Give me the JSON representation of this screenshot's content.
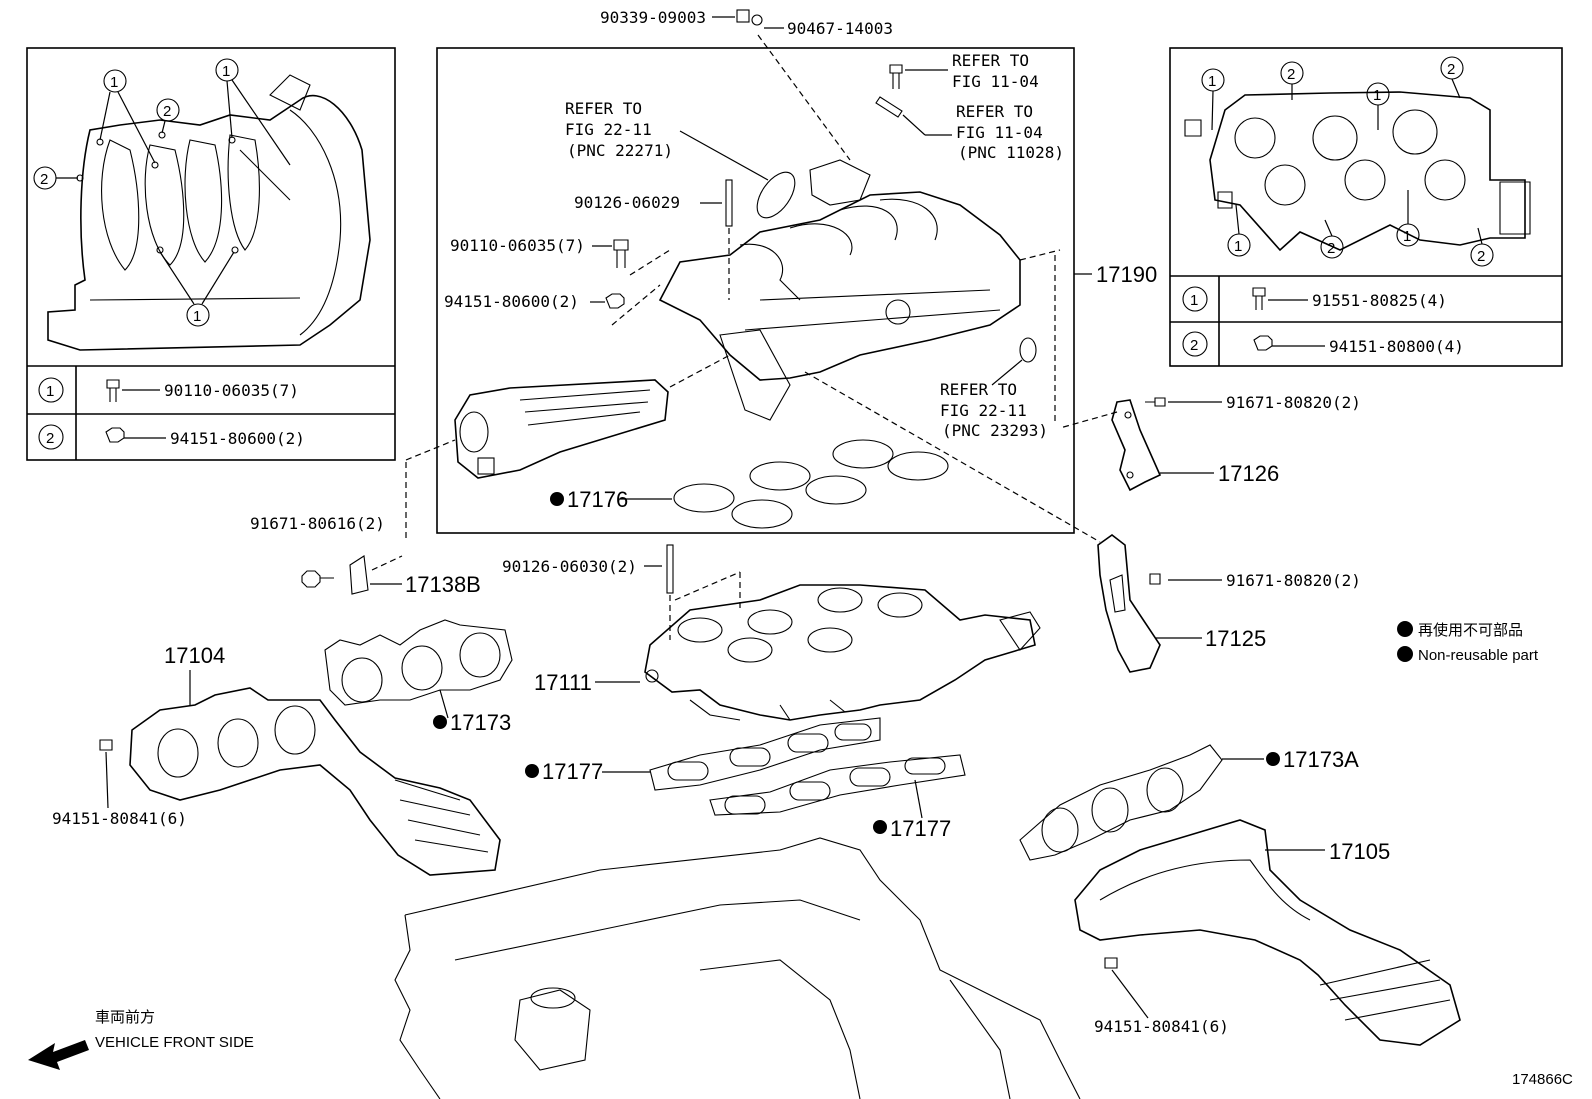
{
  "inset_left": {
    "legend": [
      {
        "num": "1",
        "part": "90110-06035(7)"
      },
      {
        "num": "2",
        "part": "94151-80600(2)"
      }
    ],
    "callouts": [
      "1",
      "2",
      "1",
      "2",
      "1"
    ]
  },
  "inset_right": {
    "legend": [
      {
        "num": "1",
        "part": "91551-80825(4)"
      },
      {
        "num": "2",
        "part": "94151-80800(4)"
      }
    ],
    "callouts": [
      "1",
      "2",
      "1",
      "2",
      "1",
      "2",
      "1",
      "2"
    ]
  },
  "top_parts": {
    "p1": "90339-09003",
    "p2": "90467-14003"
  },
  "center_box": {
    "refer1": {
      "line1": "REFER TO",
      "line2": "FIG 11-04"
    },
    "refer2": {
      "line1": "REFER TO",
      "line2": "FIG 11-04",
      "line3": "(PNC 11028)"
    },
    "refer3": {
      "line1": "REFER TO",
      "line2": "FIG 22-11",
      "line3": "(PNC 22271)"
    },
    "refer4": {
      "line1": "REFER TO",
      "line2": "FIG 22-11",
      "line3": "(PNC 23293)"
    },
    "stud": "90126-06029",
    "bolt": "90110-06035(7)",
    "nut": "94151-80600(2)",
    "gasket": "17176",
    "assy": "17190"
  },
  "parts": {
    "p17126_bolt": "91671-80820(2)",
    "p17126": "17126",
    "p17125_bolt": "91671-80820(2)",
    "p17125": "17125",
    "p17138_bolt": "91671-80616(2)",
    "p17138": "17138B",
    "stud2": "90126-06030(2)",
    "p17104": "17104",
    "p17173": "17173",
    "p17111": "17111",
    "p17177a": "17177",
    "p17177b": "17177",
    "nut_left": "94151-80841(6)",
    "p17173A": "17173A",
    "p17105": "17105",
    "nut_right": "94151-80841(6)"
  },
  "legend": {
    "jp": "再使用不可部品",
    "en": "Non-reusable part"
  },
  "front": {
    "jp": "車両前方",
    "en": "VEHICLE FRONT SIDE"
  },
  "figure_id": "174866C"
}
